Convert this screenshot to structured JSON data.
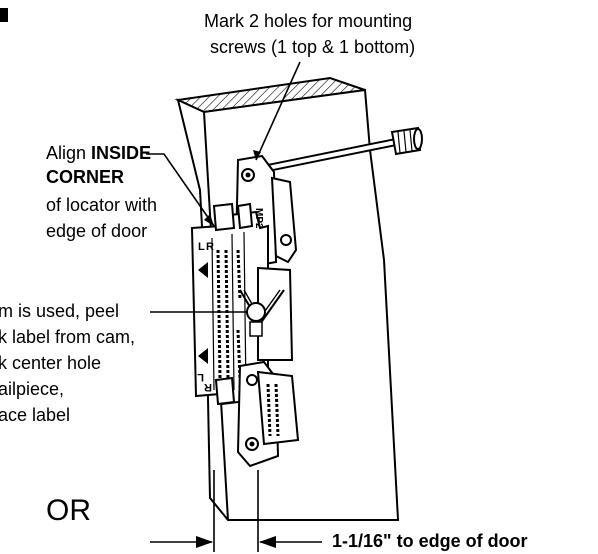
{
  "labels": {
    "mark_holes": [
      "Mark 2 holes for mounting",
      "screws (1 top & 1 bottom)"
    ],
    "align_word": "Align",
    "align_inside": "INSIDE",
    "align_corner": "CORNER",
    "align_rest": [
      "of locator with",
      "edge of door"
    ],
    "cam_note": [
      "m is used, peel",
      "k label from cam,",
      "k center hole",
      "ailpiece,",
      "ace label"
    ],
    "or_text": "OR",
    "measure": "1-1/16\" to edge of door"
  },
  "locator_marks": {
    "l_top": "L",
    "r_top": "R",
    "l_bottom": "L",
    "r_bottom": "R",
    "mp2": "MP2"
  },
  "colors": {
    "ink": "#000000",
    "paper": "#ffffff"
  }
}
